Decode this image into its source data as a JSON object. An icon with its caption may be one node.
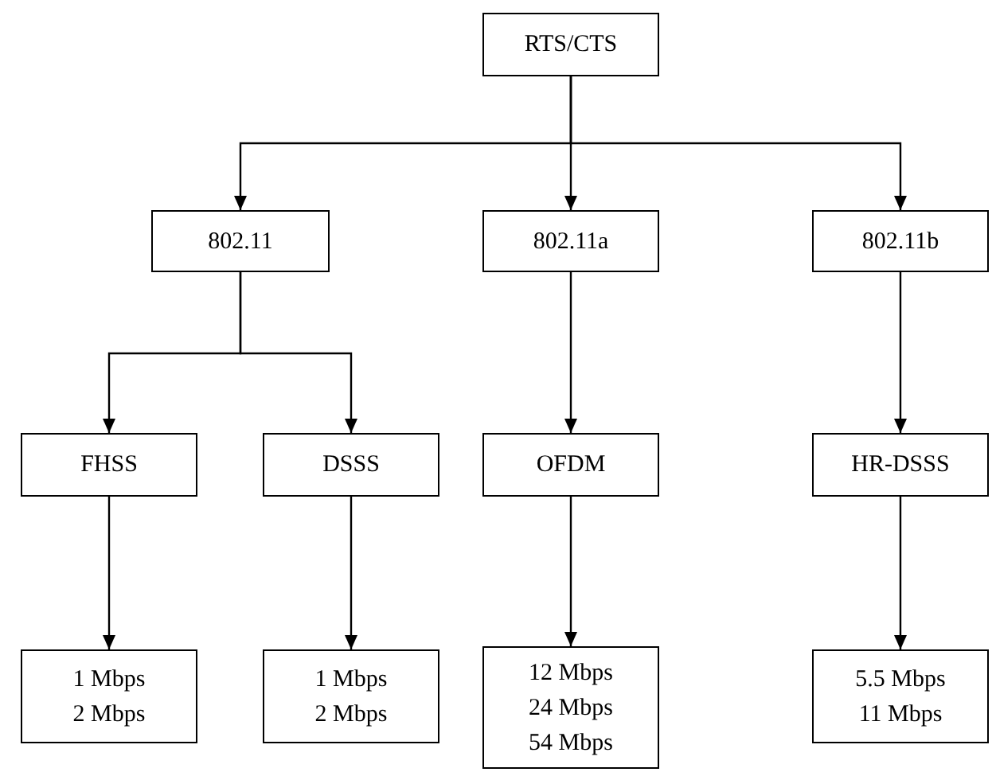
{
  "diagram": {
    "nodes": [
      {
        "text": [
          "RTS/CTS"
        ]
      },
      {
        "text": [
          "802.11"
        ]
      },
      {
        "text": [
          "802.11a"
        ]
      },
      {
        "text": [
          "802.11b"
        ]
      },
      {
        "text": [
          "FHSS"
        ]
      },
      {
        "text": [
          "DSSS"
        ]
      },
      {
        "text": [
          "OFDM"
        ]
      },
      {
        "text": [
          "HR-DSSS"
        ]
      },
      {
        "text": [
          "1 Mbps",
          "2 Mbps"
        ]
      },
      {
        "text": [
          "1 Mbps",
          "2 Mbps"
        ]
      },
      {
        "text": [
          "12 Mbps",
          "24 Mbps",
          "54 Mbps"
        ]
      },
      {
        "text": [
          "5.5 Mbps",
          "11 Mbps"
        ]
      }
    ],
    "edges": [
      {
        "from": 0,
        "to": 1,
        "arrow": "to"
      },
      {
        "from": 0,
        "to": 2,
        "arrow": "to"
      },
      {
        "from": 0,
        "to": 3,
        "arrow": "to"
      },
      {
        "from": 1,
        "to": 4,
        "arrow": "to"
      },
      {
        "from": 1,
        "to": 5,
        "arrow": "to"
      },
      {
        "from": 2,
        "to": 6,
        "arrow": "to"
      },
      {
        "from": 3,
        "to": 7,
        "arrow": "to"
      },
      {
        "from": 4,
        "to": 8,
        "arrow": "to"
      },
      {
        "from": 5,
        "to": 9,
        "arrow": "to"
      },
      {
        "from": 6,
        "to": 10,
        "arrow": "to"
      },
      {
        "from": 7,
        "to": 11,
        "arrow": "to"
      }
    ]
  }
}
